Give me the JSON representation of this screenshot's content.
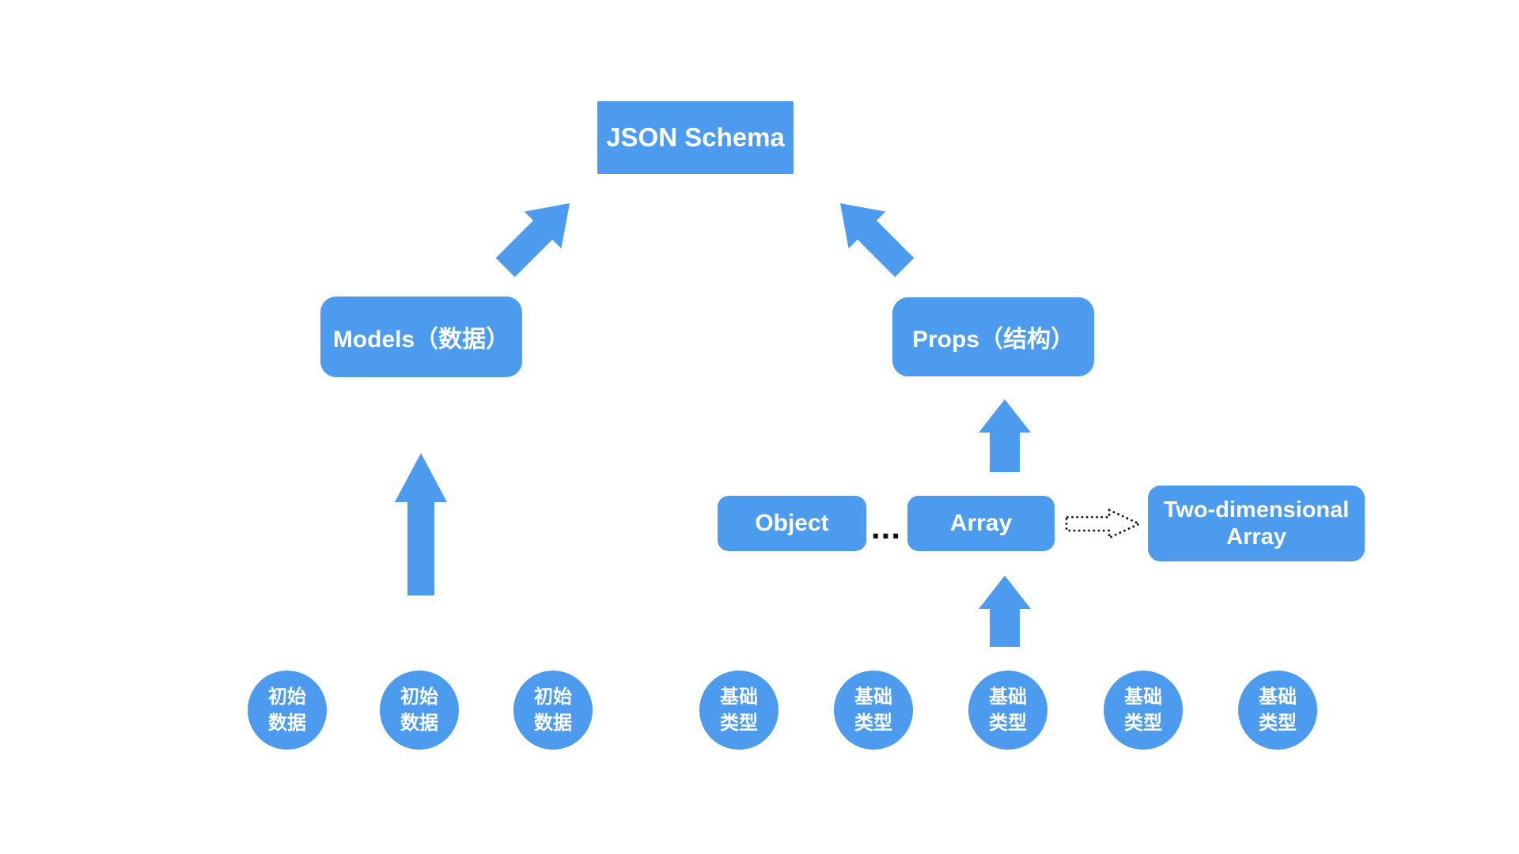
{
  "colors": {
    "accent": "#4D9BEF",
    "node_text": "#FFFFFF",
    "ellipsis_text": "#111111",
    "dotted_arrow_stroke": "#111111",
    "background": "#FFFFFF"
  },
  "nodes": {
    "json_schema": {
      "label": "JSON Schema"
    },
    "models": {
      "label": "Models（数据）"
    },
    "props": {
      "label": "Props（结构）"
    },
    "object": {
      "label": "Object"
    },
    "array": {
      "label": "Array"
    },
    "two_dimensional_array": {
      "line1": "Two-dimensional",
      "line2": "Array"
    }
  },
  "ellipsis": "...",
  "circles": {
    "initial": [
      {
        "line1": "初始",
        "line2": "数据"
      },
      {
        "line1": "初始",
        "line2": "数据"
      },
      {
        "line1": "初始",
        "line2": "数据"
      }
    ],
    "basic": [
      {
        "line1": "基础",
        "line2": "类型"
      },
      {
        "line1": "基础",
        "line2": "类型"
      },
      {
        "line1": "基础",
        "line2": "类型"
      },
      {
        "line1": "基础",
        "line2": "类型"
      },
      {
        "line1": "基础",
        "line2": "类型"
      }
    ]
  }
}
